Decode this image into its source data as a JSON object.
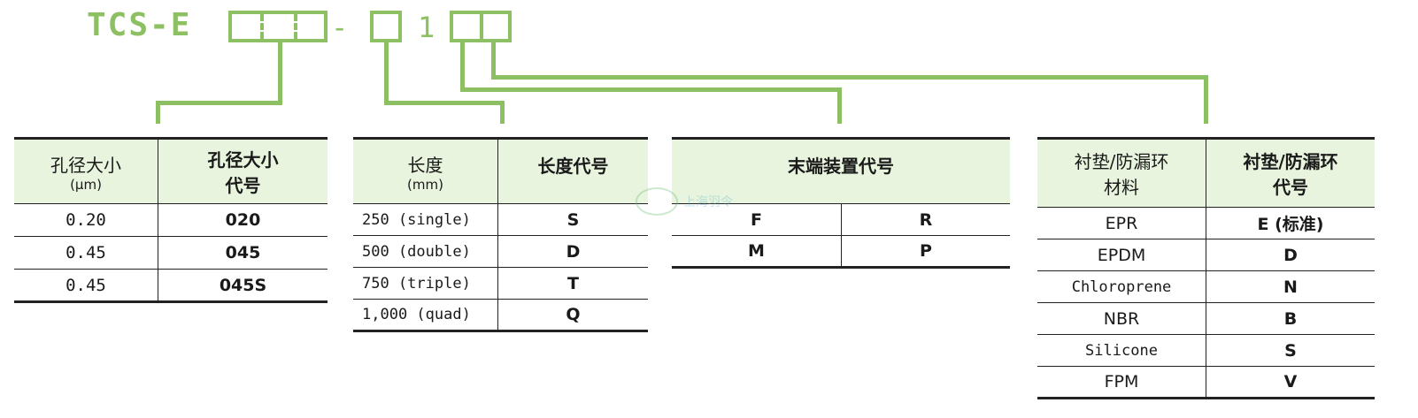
{
  "header": {
    "model_prefix": "TCS-E",
    "dash": "-",
    "fixed_digit": "1"
  },
  "table_pore": {
    "col1_title": "孔径大小",
    "col1_unit": "(μm)",
    "col2_title_line1": "孔径大小",
    "col2_title_line2": "代号",
    "rows": [
      {
        "value": "0.20",
        "code": "020"
      },
      {
        "value": "0.45",
        "code": "045"
      },
      {
        "value": "0.45",
        "code": "045S"
      }
    ]
  },
  "table_length": {
    "col1_title": "长度",
    "col1_unit": "(mm)",
    "col2_title": "长度代号",
    "rows": [
      {
        "value": "250 (single)",
        "code": "S"
      },
      {
        "value": "500 (double)",
        "code": "D"
      },
      {
        "value": "750 (triple)",
        "code": "T"
      },
      {
        "value": "1,000 (quad)",
        "code": "Q"
      }
    ]
  },
  "table_end": {
    "title": "末端装置代号",
    "rows": [
      {
        "a": "F",
        "b": "R"
      },
      {
        "a": "M",
        "b": "P"
      }
    ]
  },
  "table_gasket": {
    "col1_title_line1": "衬垫/防漏环",
    "col1_title_line2": "材料",
    "col2_title_line1": "衬垫/防漏环",
    "col2_title_line2": "代号",
    "rows": [
      {
        "material": "EPR",
        "code": "E (标准)"
      },
      {
        "material": "EPDM",
        "code": "D"
      },
      {
        "material": "Chloroprene",
        "code": "N"
      },
      {
        "material": "NBR",
        "code": "B"
      },
      {
        "material": "Silicone",
        "code": "S"
      },
      {
        "material": "FPM",
        "code": "V"
      }
    ]
  },
  "watermark": {
    "text": "上海羽令"
  },
  "colors": {
    "accent": "#8cc063",
    "header_bg": "#e8f4dd"
  }
}
